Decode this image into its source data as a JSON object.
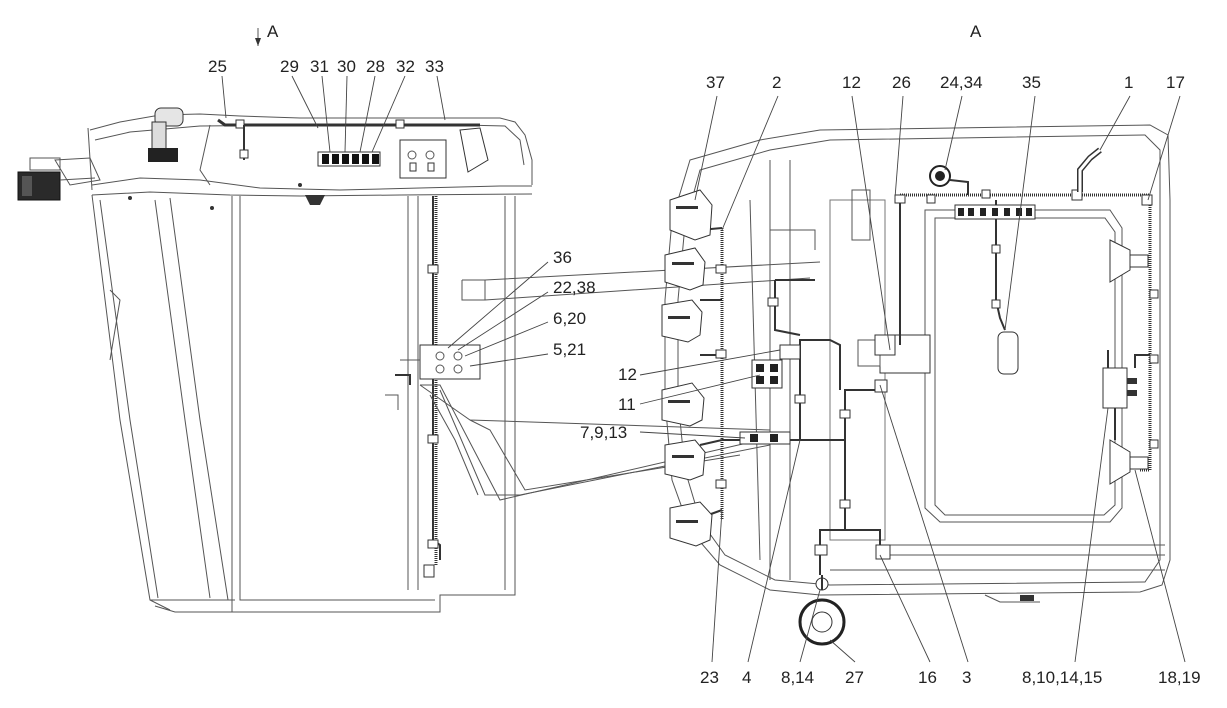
{
  "view_marker_left": "A",
  "view_title_right": "A",
  "labels_top_left": [
    "25",
    "29",
    "31",
    "30",
    "28",
    "32",
    "33"
  ],
  "labels_middle": [
    "36",
    "22,38",
    "6,20",
    "5,21",
    "12",
    "11",
    "7,9,13"
  ],
  "labels_top_right": [
    "37",
    "2",
    "12",
    "26",
    "24,34",
    "35",
    "1",
    "17"
  ],
  "labels_bottom": [
    "23",
    "4",
    "8,14",
    "27",
    "16",
    "3",
    "8,10,14,15",
    "18,19"
  ]
}
